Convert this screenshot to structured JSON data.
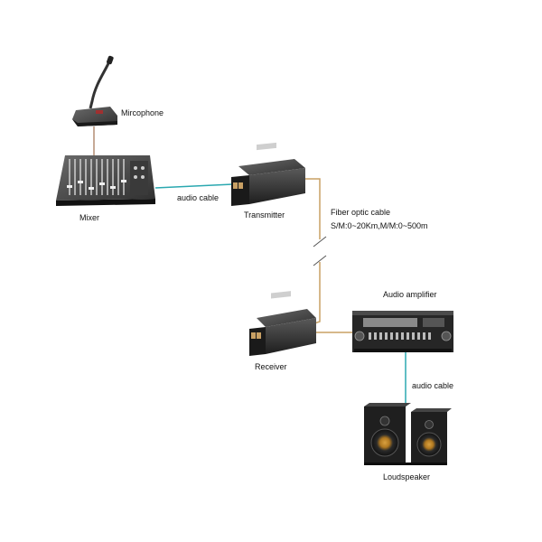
{
  "diagram": {
    "devices": {
      "microphone": "Mircophone",
      "mixer": "Mixer",
      "transmitter": "Transmitter",
      "receiver": "Receiver",
      "amplifier": "Audio amplifier",
      "loudspeaker": "Loudspeaker"
    },
    "cables": {
      "audio_cable_1": "audio cable",
      "fiber_title": "Fiber optic cable",
      "fiber_spec": "S/M:0~20Km,M/M:0~500m",
      "audio_cable_2": "audio cable"
    },
    "colors": {
      "audio_cable": "#2aa8b0",
      "fiber_cable": "#c8a064",
      "mic_lead": "#a07050",
      "device_body": "#2a2a2a"
    }
  }
}
